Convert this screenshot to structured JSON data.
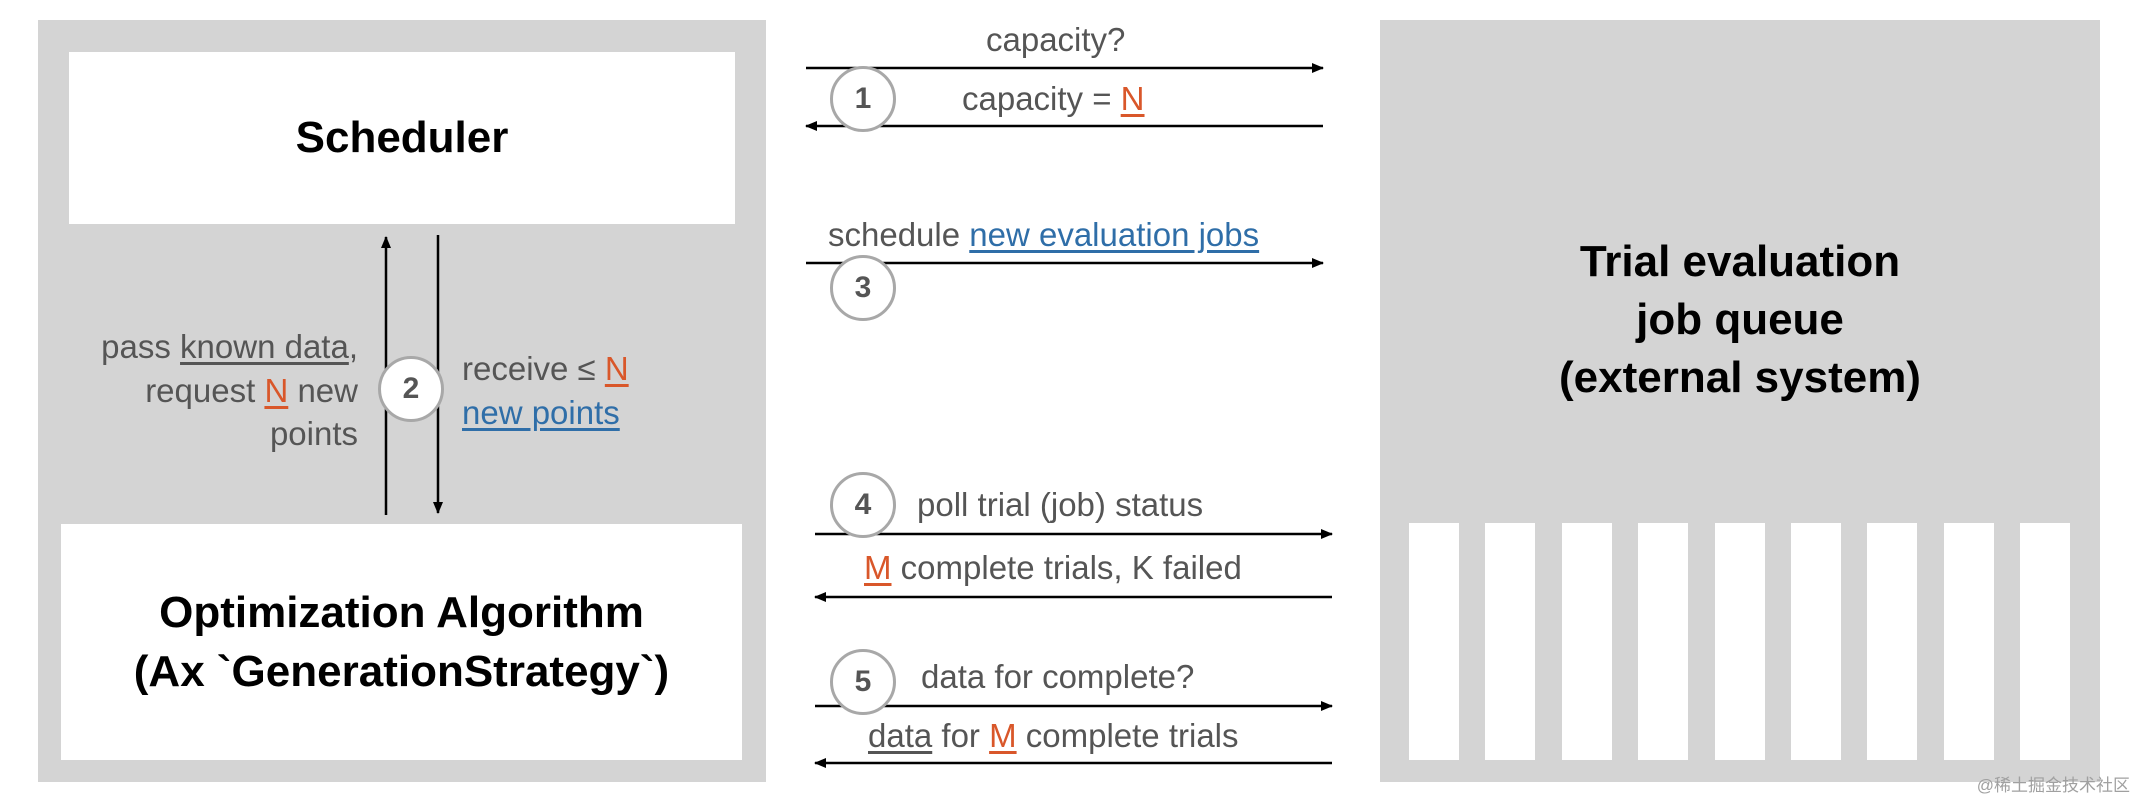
{
  "scheduler": {
    "title": "Scheduler"
  },
  "optimizer": {
    "title_line1": "Optimization Algorithm",
    "title_line2": "(Ax `GenerationStrategy`)"
  },
  "queue": {
    "title_line1": "Trial evaluation",
    "title_line2": "job queue",
    "title_line3": "(external system)",
    "slot_count": 9
  },
  "left_flow": {
    "step": "2",
    "pass_prefix": "pass ",
    "pass_known": "known data",
    "pass_comma": ",",
    "request_prefix": "request ",
    "request_n": "N",
    "request_suffix": " new",
    "points": "points",
    "receive_prefix": "receive ≤ ",
    "receive_n": "N",
    "new_points": "new points"
  },
  "step1": {
    "number": "1",
    "question": "capacity?",
    "answer_prefix": "capacity = ",
    "answer_n": "N"
  },
  "step3": {
    "number": "3",
    "prefix": "schedule ",
    "link": "new evaluation jobs"
  },
  "step4": {
    "number": "4",
    "question": "poll trial (job) status",
    "answer_m": "M",
    "answer_rest": " complete trials, K failed"
  },
  "step5": {
    "number": "5",
    "question": "data for complete?",
    "answer_data": "data",
    "answer_for": " for ",
    "answer_m": "M",
    "answer_rest": " complete trials"
  },
  "colors": {
    "panel": "#d4d4d4",
    "variable_orange": "#d9572a",
    "link_blue": "#2f6ea8",
    "text_gray": "#555555"
  },
  "watermark": "@稀土掘金技术社区"
}
